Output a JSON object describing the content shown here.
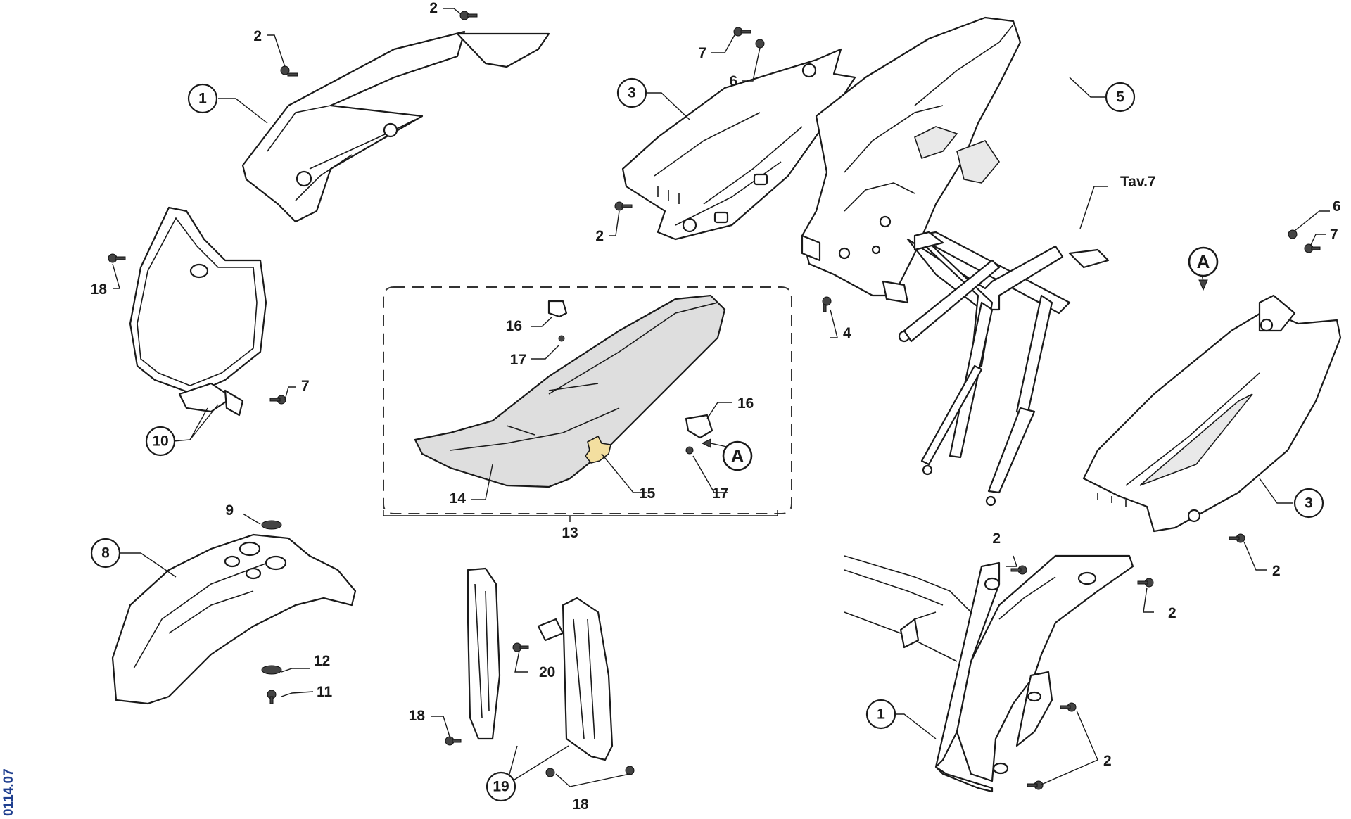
{
  "drawing_code": "0114.07",
  "reference": "Tav.7",
  "view_marker": "A",
  "callouts": {
    "c1_top": "1",
    "c1_bottom": "1",
    "c3_top": "3",
    "c3_right": "3",
    "c5": "5",
    "c8": "8",
    "c10": "10",
    "c19": "19"
  },
  "labels": {
    "l2_a": "2",
    "l2_b": "2",
    "l2_c": "2",
    "l2_d": "2",
    "l2_e": "2",
    "l2_f": "2",
    "l2_g": "2",
    "l4": "4",
    "l6_a": "6",
    "l6_b": "6",
    "l7_a": "7",
    "l7_b": "7",
    "l7_c": "7",
    "l9": "9",
    "l11": "11",
    "l12": "12",
    "l13": "13",
    "l14": "14",
    "l15": "15",
    "l16_a": "16",
    "l16_b": "16",
    "l17_a": "17",
    "l17_b": "17",
    "l18_a": "18",
    "l18_b": "18",
    "l18_c": "18",
    "l20": "20"
  },
  "colors": {
    "seat": "#dedede",
    "foam_patch": "#f3dfa0",
    "code_text": "#1f3f8f"
  }
}
